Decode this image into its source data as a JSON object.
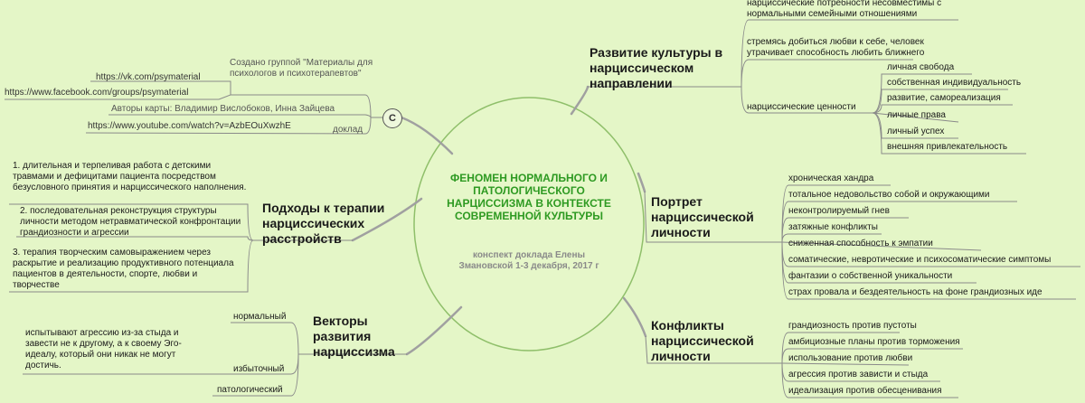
{
  "center": {
    "title": "ФЕНОМЕН НОРМАЛЬНОГО И ПАТОЛОГИЧЕСКОГО НАРЦИССИЗМА В КОНТЕКСТЕ СОВРЕМЕННОЙ КУЛЬТУРЫ",
    "subtitle": "конспект доклада Елены Змановской 1-3 декабря, 2017 г"
  },
  "info": {
    "circle_label": "C",
    "created_by": "Создано группой \"Материалы для психологов и психотерапевтов\"",
    "vk": "https://vk.com/psymaterial",
    "facebook": "https://www.facebook.com/groups/psymaterial",
    "authors": "Авторы карты: Владимир Вислобоков, Инна Зайцева",
    "youtube": "https://www.youtube.com/watch?v=AzbEOuXwzhE",
    "report": "доклад"
  },
  "culture": {
    "title": "Развитие культуры в нарциссическом направлении",
    "items": [
      "нарциссические потребности несовместимы с нормальными семейными отношениями",
      "стремясь добиться любви к себе, человек утрачивает способность любить ближнего"
    ],
    "values_label": "нарциссические ценности",
    "values": [
      "личная свобода",
      "собственная индивидуальность",
      "развитие, самореализация",
      "личные права",
      "личный успех",
      "внешняя привлекательность"
    ]
  },
  "portrait": {
    "title": "Портрет нарциссической личности",
    "items": [
      "хроническая хандра",
      "тотальное недовольство собой и окружающими",
      "неконтролируемый гнев",
      "затяжные конфликты",
      "сниженная способность к эмпатии",
      "соматические, невротические и психосоматические симптомы",
      "фантазии о собственной уникальности",
      "страх провала и бездеятельность на фоне грандиозных иде"
    ]
  },
  "conflicts": {
    "title": "Конфликты нарциссической личности",
    "items": [
      "грандиозность против пустоты",
      "амбициозные планы против торможения",
      "использование против любви",
      "агрессия против зависти и стыда",
      "идеализация против обесценивания"
    ]
  },
  "therapy": {
    "title": "Подходы к терапии нарциссических расстройств",
    "items": [
      "1. длительная и терпеливая работа с детскими травмами и дефицитами пациента посредством безусловного принятия и нарциссического наполнения.",
      "2. последовательная реконструкция структуры личности методом нетравматической конфронтации грандиозности и агрессии",
      "3. терапия творческим самовыражением через раскрытие и реализацию продуктивного потенциала пациентов в деятельности, спорте, любви и творчестве"
    ]
  },
  "vectors": {
    "title": "Векторы развития нарциссизма",
    "items": [
      "нормальный",
      "избыточный",
      "патологический"
    ],
    "note": "испытывают агрессию из-за стыда и завести не к другому, а к своему Эго-идеалу, который они никак не могут достичь."
  }
}
